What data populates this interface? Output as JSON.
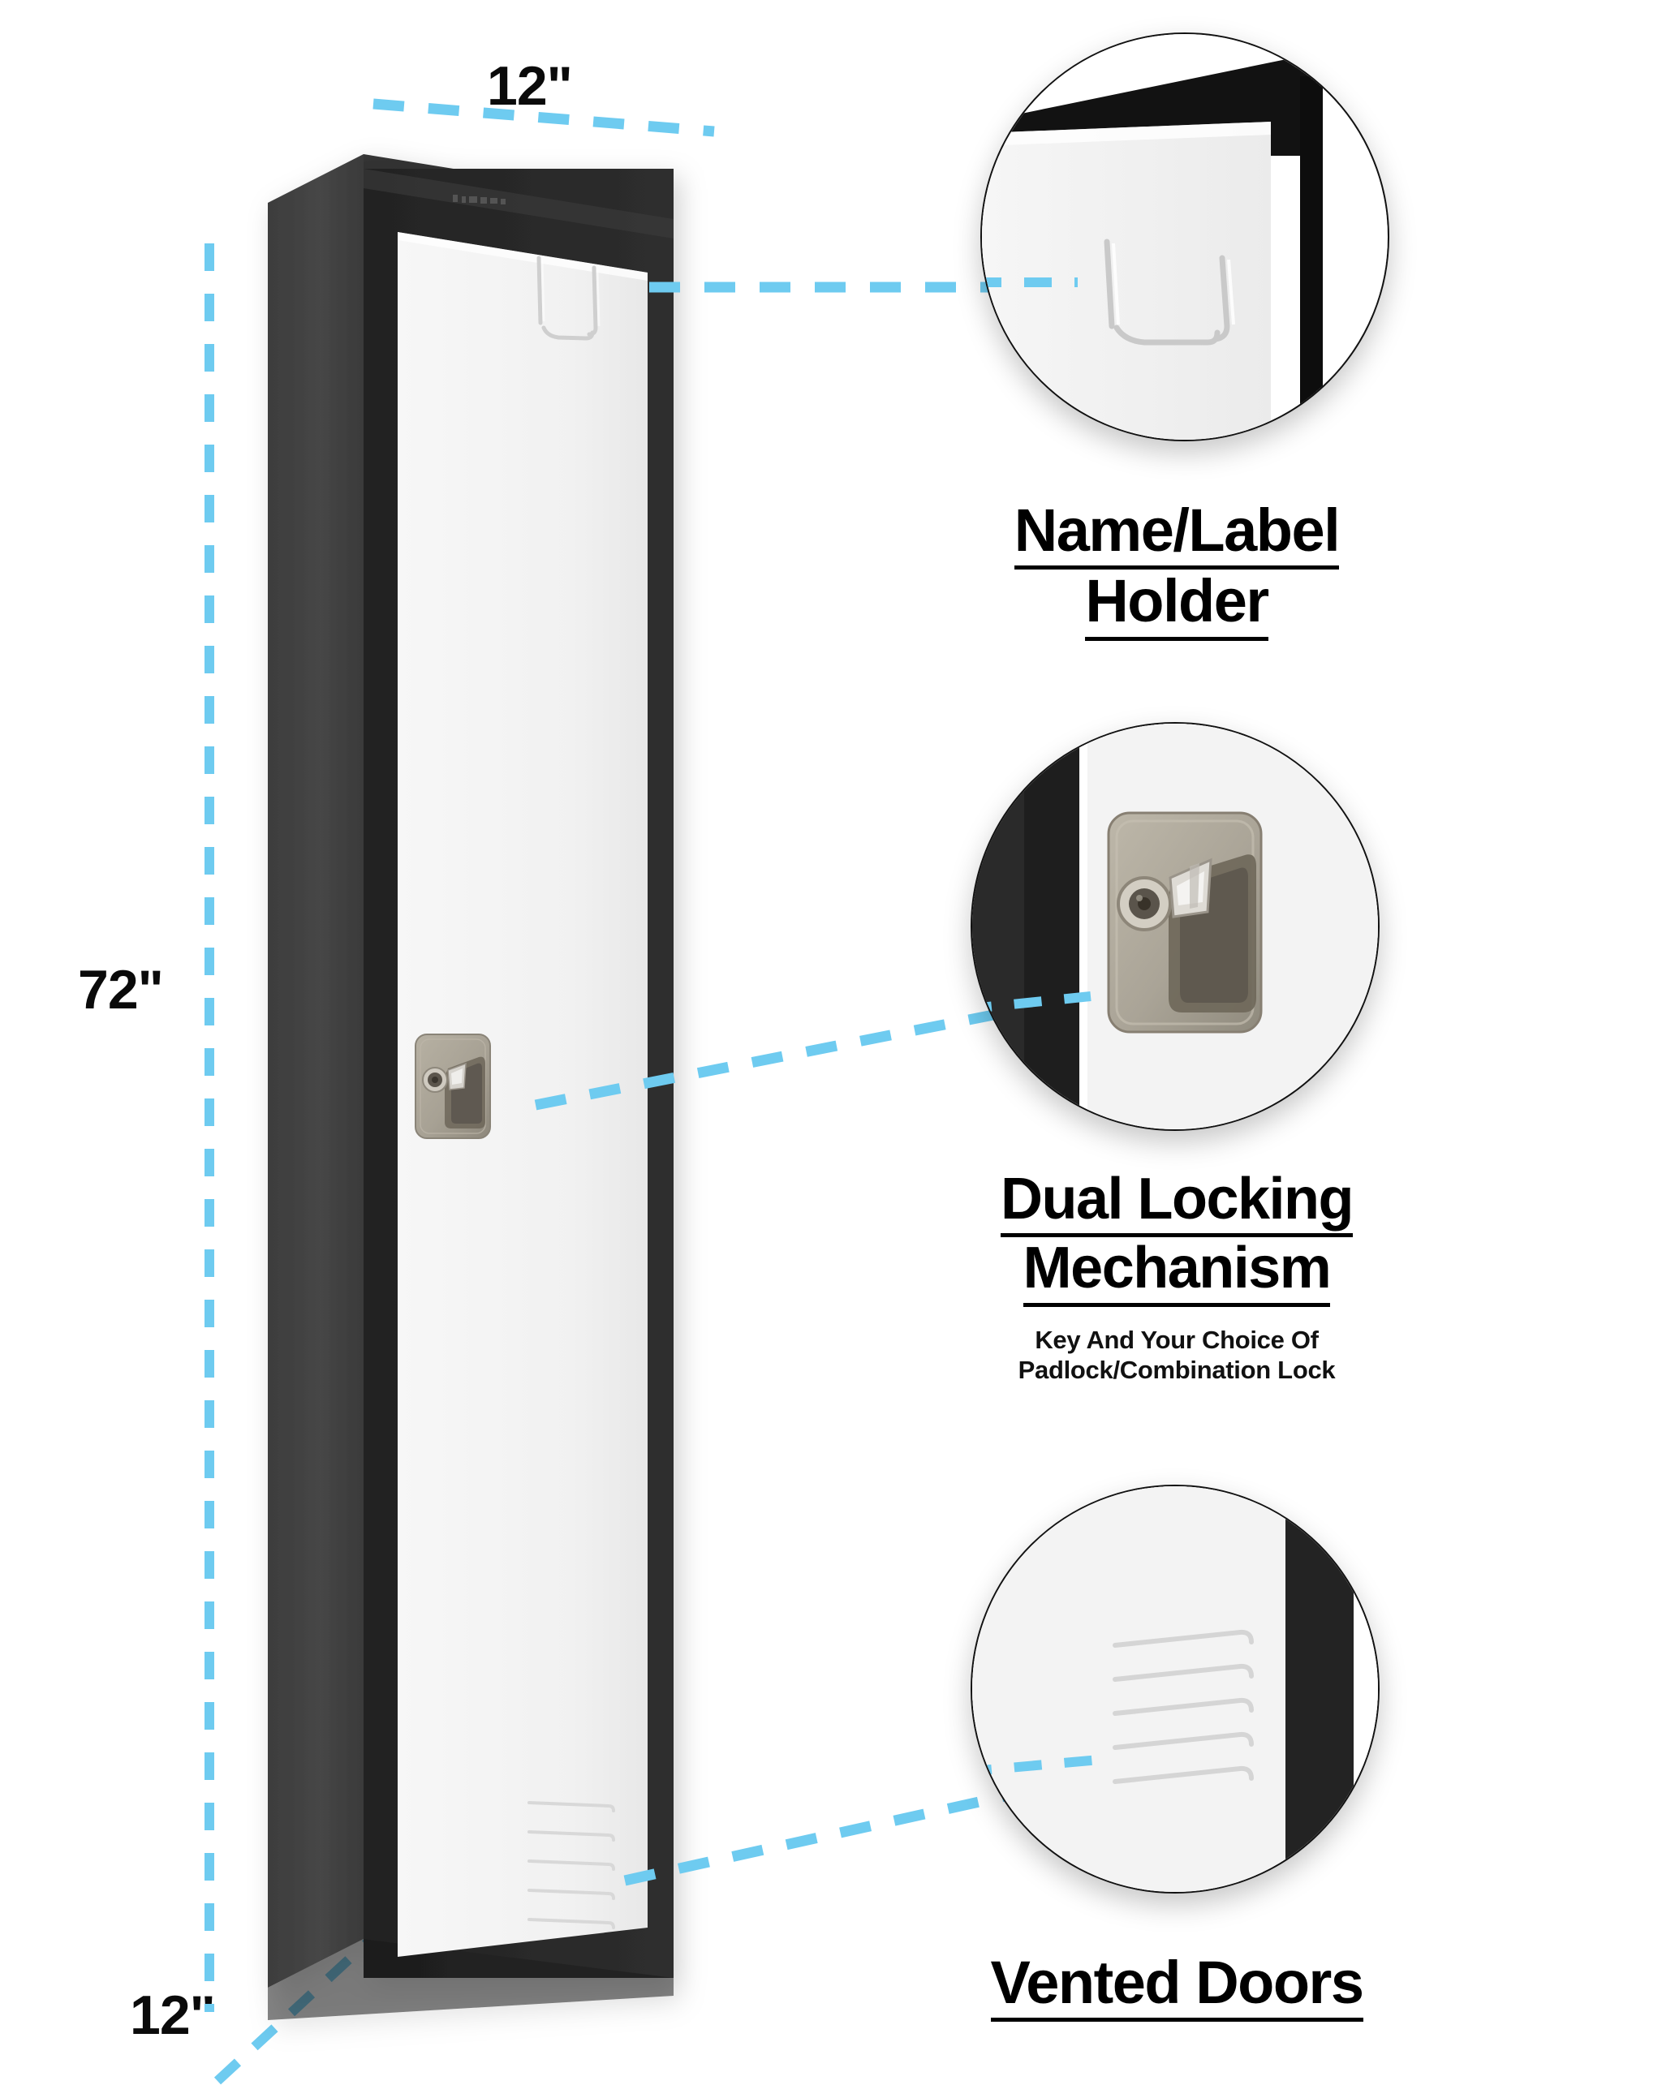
{
  "product": {
    "type": "single-tier-metal-storage-locker",
    "body_color": "#2b2b2b",
    "door_color": "#f4f4f4",
    "accent_color": "#6ECBF0"
  },
  "dimensions": {
    "top_width": "12\"",
    "height": "72\"",
    "depth": "12\""
  },
  "features": [
    {
      "id": "name-label-holder",
      "headline_lines": [
        "Name/Label",
        "Holder"
      ],
      "subtitle": "",
      "callout_icon": "label-holder-icon"
    },
    {
      "id": "dual-locking-mechanism",
      "headline_lines": [
        "Dual Locking",
        "Mechanism"
      ],
      "subtitle_lines": [
        "Key And Your Choice Of",
        "Padlock/Combination Lock"
      ],
      "callout_icon": "lock-latch-icon"
    },
    {
      "id": "vented-doors",
      "headline_lines": [
        "Vented Doors"
      ],
      "subtitle": "",
      "callout_icon": "vent-louvers-icon"
    }
  ]
}
